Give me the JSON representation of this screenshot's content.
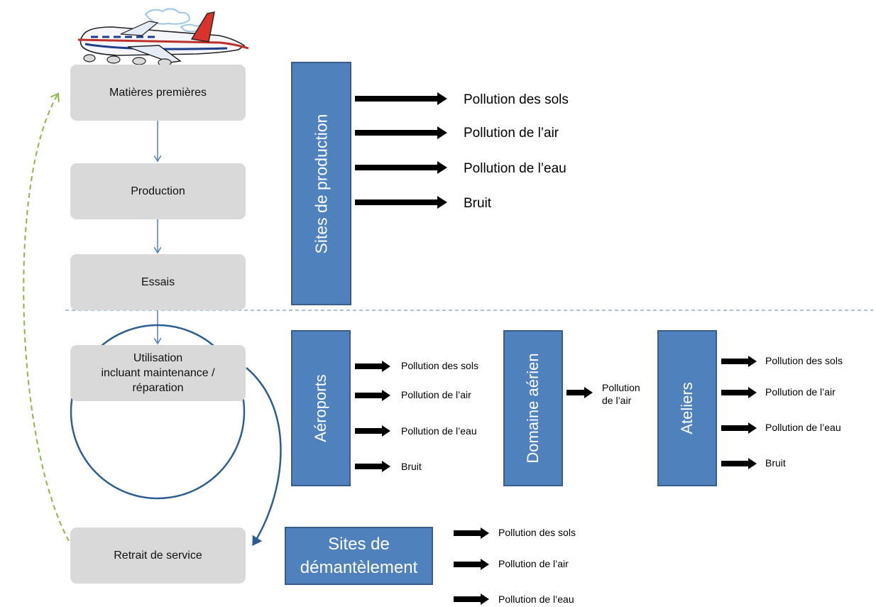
{
  "steps": {
    "raw_materials": "Matières premières",
    "production": "Production",
    "tests": "Essais",
    "usage": [
      "Utilisation",
      "incluant maintenance /",
      "réparation"
    ],
    "retirement": "Retrait de service"
  },
  "sites": {
    "production": "Sites  de production",
    "airports": "Aéroports",
    "airspace": "Domaine aérien",
    "workshops": "Ateliers",
    "dismantling": [
      "Sites  de",
      "démantèlement"
    ]
  },
  "production_outputs": [
    "Pollution des sols",
    "Pollution de l’air",
    "Pollution de l’eau",
    "Bruit"
  ],
  "airport_outputs": [
    "Pollution des sols",
    "Pollution de l’air",
    "Pollution de l’eau",
    "Bruit"
  ],
  "airspace_output": [
    "Pollution",
    "de l’air"
  ],
  "workshop_outputs": [
    "Pollution des sols",
    "Pollution de l’air",
    "Pollution de l’eau",
    "Bruit"
  ],
  "dismantling_outputs": [
    "Pollution des sols",
    "Pollution de l’air",
    "Pollution de l’eau"
  ],
  "colors": {
    "step_fill": "#d9d9d9",
    "site_fill": "#4f81bd",
    "site_border": "#385d8a",
    "connector": "#4f81bd",
    "cycle": "#2e5d91",
    "recycle": "#8db44a",
    "separator": "#4f81bd"
  }
}
